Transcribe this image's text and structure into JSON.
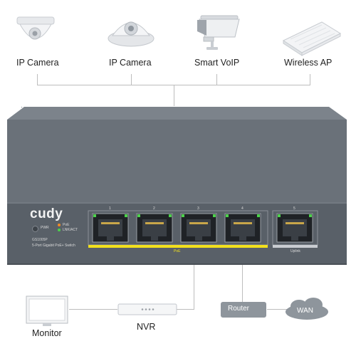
{
  "devices_top": [
    {
      "name": "dome-camera-1",
      "label": "IP Camera",
      "icon": "dome-camera-icon"
    },
    {
      "name": "dome-camera-2",
      "label": "IP Camera",
      "icon": "dome-camera-icon"
    },
    {
      "name": "smart-voip",
      "label": "Smart VoIP",
      "icon": "bullet-camera-icon"
    },
    {
      "name": "wireless-ap",
      "label": "Wireless AP",
      "icon": "ceiling-ap-icon"
    }
  ],
  "switch": {
    "brand": "cudy",
    "model": "GS1005P",
    "description": "5-Port Gigabit PoE+ Switch",
    "pwr_label": "PWR",
    "poe_label": "PoE",
    "lnk_label": "LNK/ACT",
    "ports": [
      "1",
      "2",
      "3",
      "4",
      "5"
    ],
    "poe_group_label": "PoE",
    "uplink_label": "Uplink",
    "colors": {
      "body": "#5a6169",
      "poe_stripe": "#f2e01c",
      "led_green": "#4cd24a",
      "led_orange": "#f08a24"
    }
  },
  "devices_bottom": {
    "monitor": "Monitor",
    "nvr": "NVR",
    "router": "Router",
    "wan": "WAN"
  }
}
